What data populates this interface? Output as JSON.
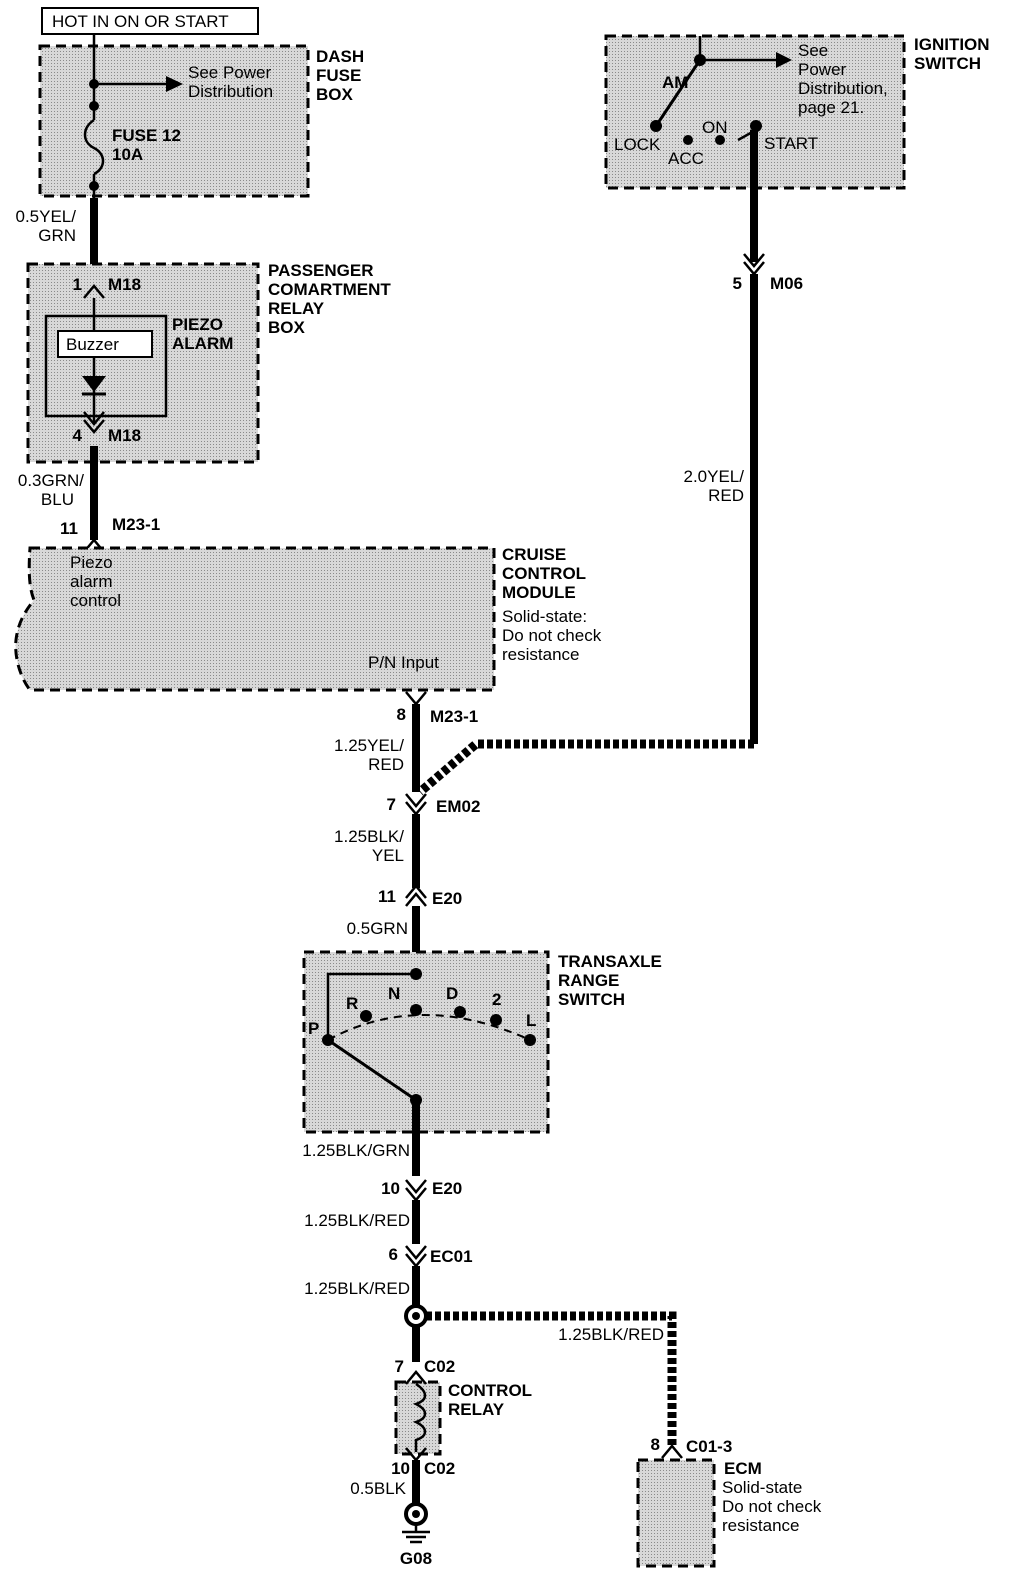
{
  "header": {
    "power_label": "HOT IN ON OR START"
  },
  "dash_fuse_box": {
    "title": [
      "DASH",
      "FUSE",
      "BOX"
    ],
    "see_power": [
      "See Power",
      "Distribution"
    ],
    "fuse": [
      "FUSE 12",
      "10A"
    ]
  },
  "ignition_switch": {
    "title": [
      "IGNITION",
      "SWITCH"
    ],
    "see_power": [
      "See",
      "Power",
      "Distribution,",
      "page 21."
    ],
    "positions": {
      "am": "AM",
      "lock": "LOCK",
      "acc": "ACC",
      "on": "ON",
      "start": "START"
    }
  },
  "wires": {
    "w1": [
      "0.5YEL/",
      "GRN"
    ],
    "w2": [
      "0.3GRN/",
      "BLU"
    ],
    "w3": [
      "2.0YEL/",
      "RED"
    ],
    "w4": [
      "1.25YEL/",
      "RED"
    ],
    "w5": [
      "1.25BLK/",
      "YEL"
    ],
    "w6": "0.5GRN",
    "w7": "1.25BLK/GRN",
    "w8": "1.25BLK/RED",
    "w9": "1.25BLK/RED",
    "w10": "1.25BLK/RED",
    "w11": "0.5BLK"
  },
  "connectors": {
    "m18_top": {
      "pin": "1",
      "name": "M18"
    },
    "m18_bot": {
      "pin": "4",
      "name": "M18"
    },
    "m23_top": {
      "pin": "11",
      "name": "M23-1"
    },
    "m06": {
      "pin": "5",
      "name": "M06"
    },
    "m23_bot": {
      "pin": "8",
      "name": "M23-1"
    },
    "em02": {
      "pin": "7",
      "name": "EM02"
    },
    "e20_top": {
      "pin": "11",
      "name": "E20"
    },
    "e20_bot": {
      "pin": "10",
      "name": "E20"
    },
    "ec01": {
      "pin": "6",
      "name": "EC01"
    },
    "c02_top": {
      "pin": "7",
      "name": "C02"
    },
    "c02_bot": {
      "pin": "10",
      "name": "C02"
    },
    "c01_3": {
      "pin": "8",
      "name": "C01-3"
    }
  },
  "relay_box": {
    "title": [
      "PASSENGER",
      "COMARTMENT",
      "RELAY",
      "BOX"
    ],
    "piezo": [
      "PIEZO",
      "ALARM"
    ],
    "buzzer": "Buzzer"
  },
  "cruise_module": {
    "title": [
      "CRUISE",
      "CONTROL",
      "MODULE"
    ],
    "note": [
      "Solid-state:",
      "Do not check",
      "resistance"
    ],
    "piezo_ctrl": [
      "Piezo",
      "alarm",
      "control"
    ],
    "pn_input": "P/N Input"
  },
  "transaxle": {
    "title": [
      "TRANSAXLE",
      "RANGE",
      "SWITCH"
    ],
    "positions": {
      "p": "P",
      "r": "R",
      "n": "N",
      "d": "D",
      "two": "2",
      "l": "L"
    }
  },
  "control_relay": {
    "title": [
      "CONTROL",
      "RELAY"
    ]
  },
  "ecm": {
    "title": "ECM",
    "note": [
      "Solid-state",
      "Do not check",
      "resistance"
    ]
  },
  "ground": "G08"
}
